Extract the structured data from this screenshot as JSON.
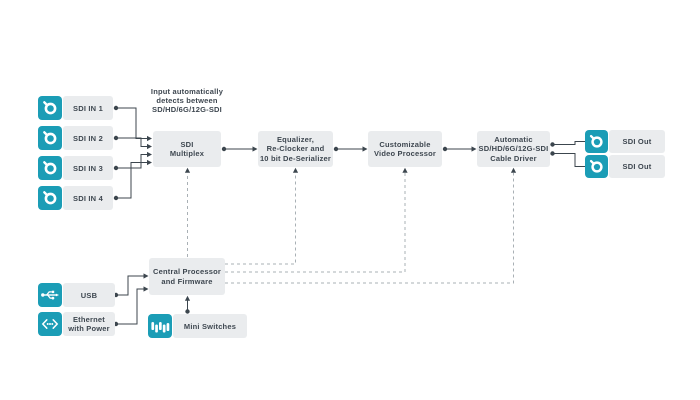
{
  "colors": {
    "accent_teal": "#1b9db6",
    "block_fill": "#eaecee",
    "text": "#3e4750",
    "solid_line": "#3c464e",
    "dashed_line": "#a9b0b5"
  },
  "note_lines": [
    "Input automatically",
    "detects between",
    "SD/HD/6G/12G-SDI"
  ],
  "inputs": [
    {
      "label": "SDI IN 1",
      "icon": "bnc-connector-icon"
    },
    {
      "label": "SDI IN 2",
      "icon": "bnc-connector-icon"
    },
    {
      "label": "SDI IN 3",
      "icon": "bnc-connector-icon"
    },
    {
      "label": "SDI IN 4",
      "icon": "bnc-connector-icon"
    }
  ],
  "blocks": {
    "multiplex": [
      "SDI",
      "Multiplex"
    ],
    "equalizer": [
      "Equalizer,",
      "Re-Clocker and",
      "10 bit De-Serializer"
    ],
    "video_processor": [
      "Customizable",
      "Video Processor"
    ],
    "cable_driver": [
      "Automatic",
      "SD/HD/6G/12G-SDI",
      "Cable Driver"
    ],
    "central_processor": [
      "Central Processor",
      "and Firmware"
    ]
  },
  "outputs": [
    {
      "label": "SDI Out",
      "icon": "bnc-connector-icon"
    },
    {
      "label": "SDI Out",
      "icon": "bnc-connector-icon"
    }
  ],
  "control": {
    "usb": {
      "label": "USB",
      "icon": "usb-icon"
    },
    "ethernet": {
      "lines": [
        "Ethernet",
        "with Power"
      ],
      "icon": "ethernet-icon"
    },
    "mini_switches": {
      "label": "Mini Switches",
      "icon": "dip-switches-icon"
    }
  }
}
